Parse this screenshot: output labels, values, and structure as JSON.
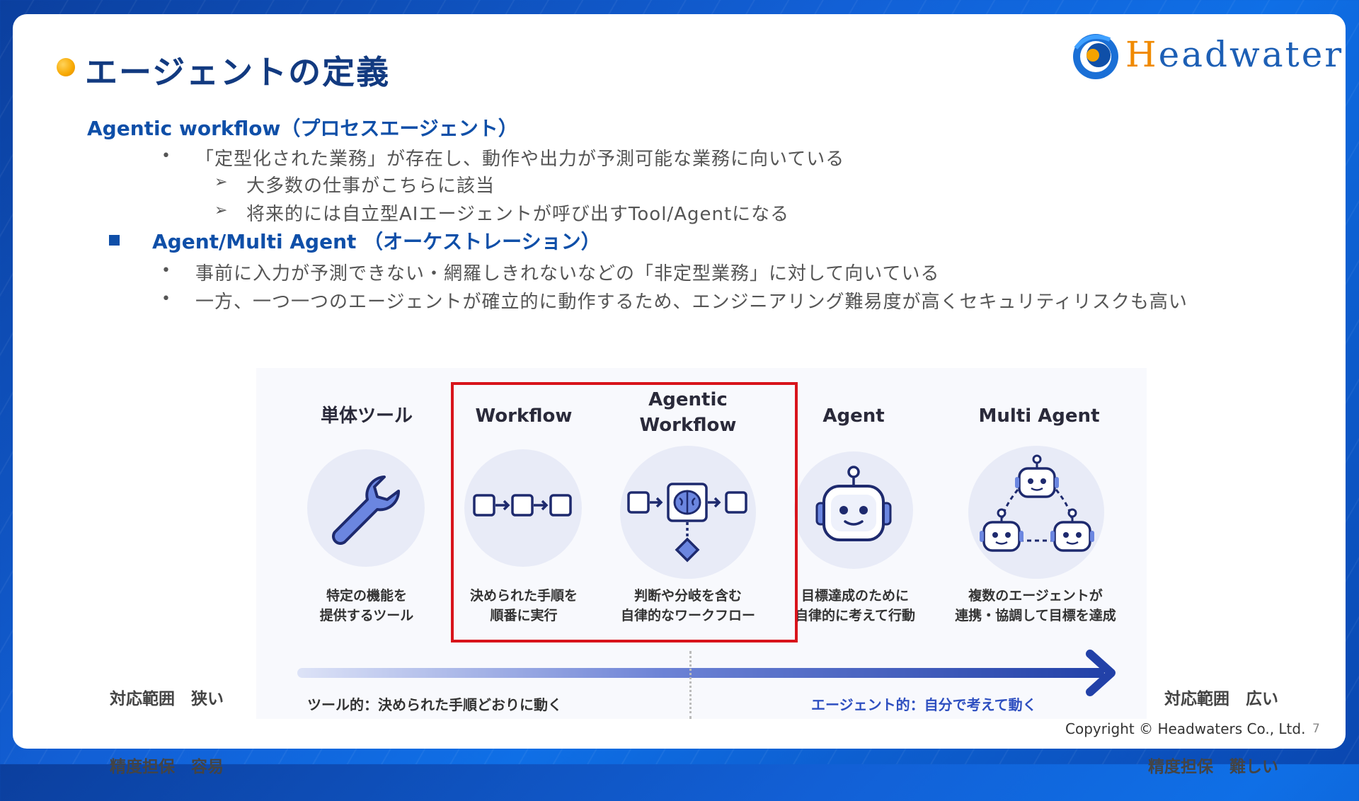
{
  "title": "エージェントの定義",
  "logo": {
    "text": "Headwaters",
    "icon": "headwaters-logo"
  },
  "section1": {
    "heading": "Agentic workflow（プロセスエージェント）",
    "bullet1": "「定型化された業務」が存在し、動作や出力が予測可能な業務に向いている",
    "sub1": "大多数の仕事がこちらに該当",
    "sub2": "将来的には自立型AIエージェントが呼び出すTool/Agentになる"
  },
  "section2": {
    "heading": "Agent/Multi Agent （オーケストレーション）",
    "bullet1": "事前に入力が予測できない・網羅しきれないなどの「非定型業務」に対して向いている",
    "bullet2": "一方、一つ一つのエージェントが確立的に動作するため、エンジニアリング難易度が高くセキュリティリスクも高い"
  },
  "markers": {
    "dot": "•",
    "arrow": "➢"
  },
  "diagram": {
    "columns": [
      {
        "title": "単体ツール",
        "icon": "wrench-icon",
        "desc1": "特定の機能を",
        "desc2": "提供するツール"
      },
      {
        "title": "Workflow",
        "icon": "workflow-steps-icon",
        "desc1": "決められた手順を",
        "desc2": "順番に実行"
      },
      {
        "title1": "Agentic",
        "title2": "Workflow",
        "icon": "brain-workflow-icon",
        "desc1": "判断や分岐を含む",
        "desc2": "自律的なワークフロー"
      },
      {
        "title": "Agent",
        "icon": "robot-icon",
        "desc1": "目標達成のために",
        "desc2": "自律的に考えて行動"
      },
      {
        "title": "Multi Agent",
        "icon": "multi-robot-icon",
        "desc1": "複数のエージェントが",
        "desc2": "連携・協調して目標を達成"
      }
    ],
    "left_range": {
      "line1": "対応範囲　狭い",
      "line2": "精度担保　容易"
    },
    "right_range": {
      "line1": "対応範囲　広い",
      "line2": "精度担保　難しい"
    },
    "bottom_left": "ツール的：決められた手順どおりに動く",
    "bottom_right": "エージェント的：自分で考えて動く",
    "colors": {
      "accent": "#3a4fc4",
      "highlight": "#d8141b",
      "icon_fill": "#6b86e0",
      "icon_stroke": "#1e2a6e"
    }
  },
  "footer": {
    "copyright": "Copyright © Headwaters Co., Ltd.",
    "page": "7"
  }
}
